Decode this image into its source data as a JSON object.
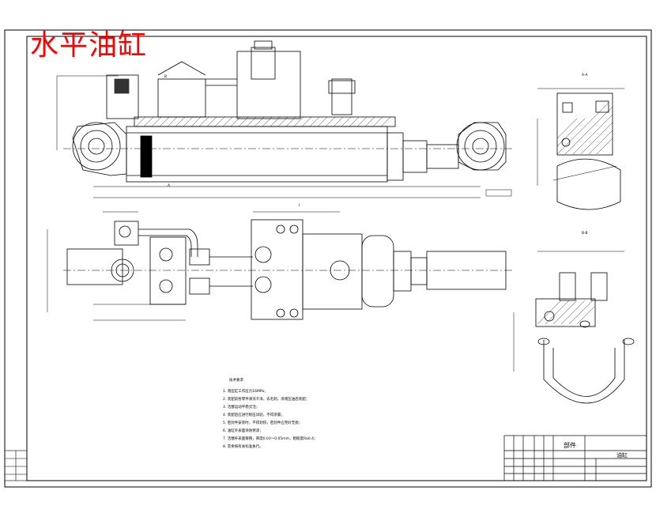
{
  "drawing": {
    "title": "水平油缸",
    "sections": {
      "aa": "A-A",
      "bb": "B-B",
      "marker_a": "A",
      "marker_b": "B",
      "marker_i": "I"
    },
    "tech_requirements": {
      "heading": "技术要求",
      "items": [
        "1. 液压缸工作压力16MPa；",
        "2. 装配前各零件清洗干净，去毛刺，涂液压油后装配；",
        "3. 活塞运动平稳灵活；",
        "4. 装配后应进行耐压试验，不得渗漏；",
        "5. 密封件安装时，不得划伤，密封件应完好无损；",
        "6. 油缸外表面涂防锈漆；",
        "7. 活塞杆表面镀铬，厚度0.03～0.05mm，粗糙度Ra0.4；",
        "8. 其余按有关标准执行。"
      ]
    },
    "title_block": {
      "part_label": "部件",
      "unit": "油缸"
    }
  },
  "colors": {
    "line": "#000000",
    "title": "#ff0000",
    "hatch": "#000000"
  }
}
